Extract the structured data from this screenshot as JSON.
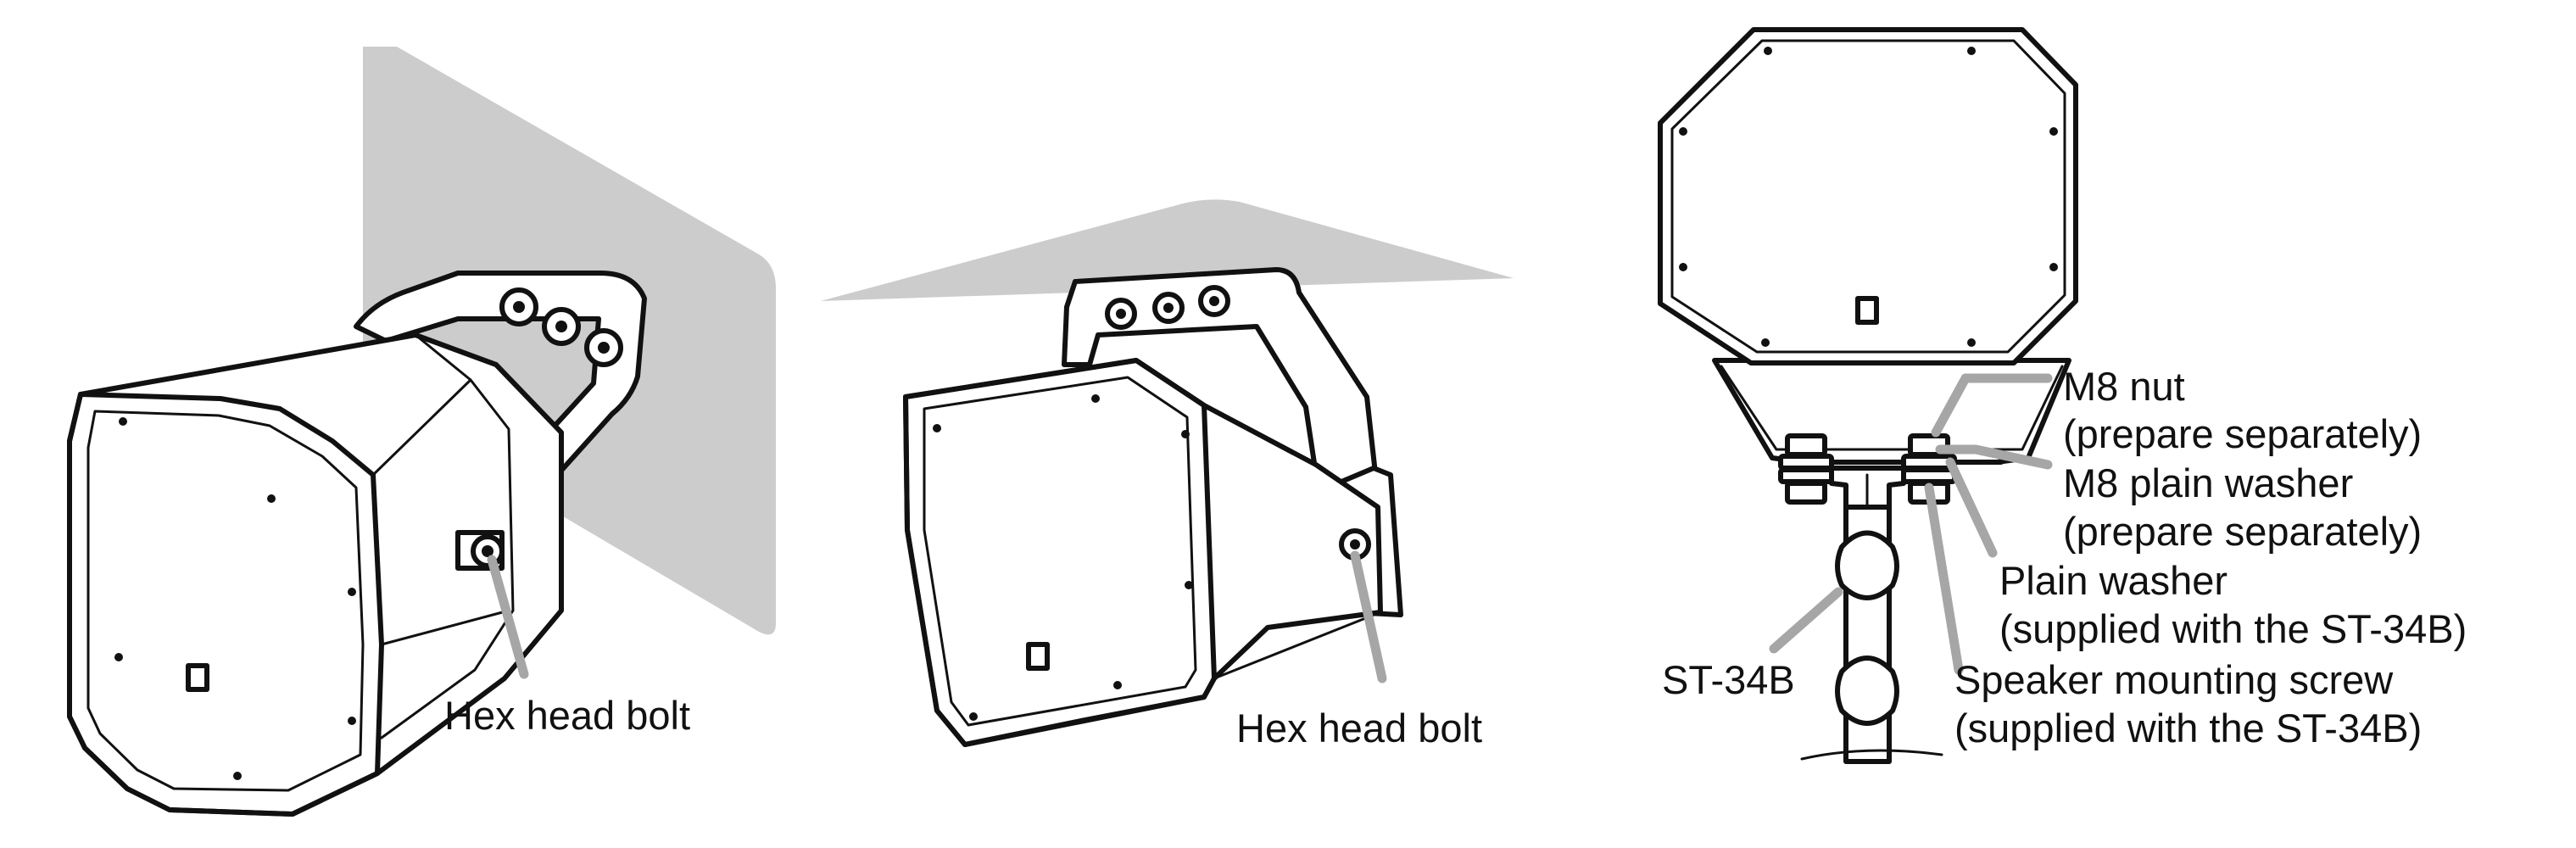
{
  "labels": {
    "hex_head_bolt_1": "Hex head bolt",
    "hex_head_bolt_2": "Hex head bolt",
    "m8_nut": "M8 nut",
    "m8_nut_note": "(prepare separately)",
    "m8_plain_washer": "M8 plain washer",
    "m8_plain_washer_note": "(prepare separately)",
    "plain_washer": "Plain washer",
    "plain_washer_note": "(supplied with the ST-34B)",
    "stand": "ST-34B",
    "speaker_mounting_screw": "Speaker mounting screw",
    "speaker_mounting_screw_note": "(supplied with the ST-34B)"
  },
  "colors": {
    "mounting_surface": "#cccccc",
    "leader_line": "#a6a6a6",
    "outline": "#111111"
  }
}
